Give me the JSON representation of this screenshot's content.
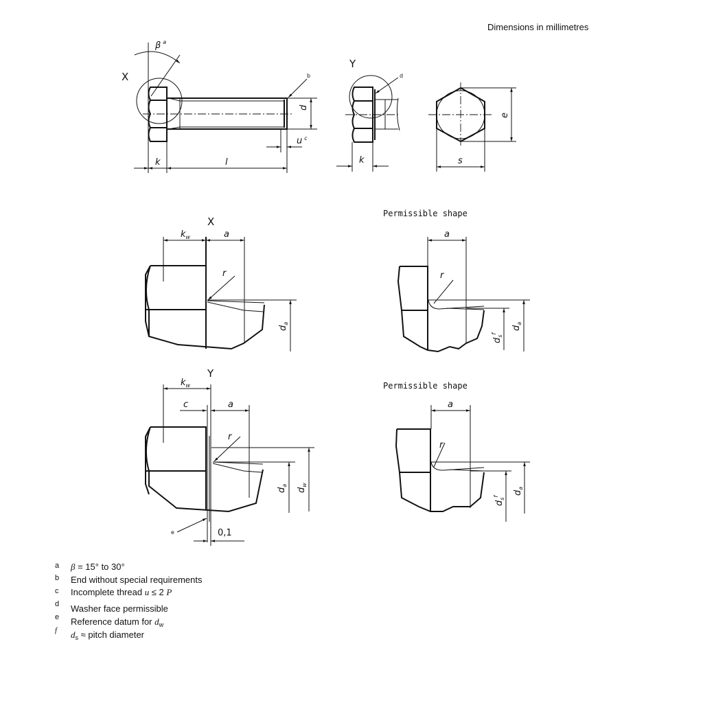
{
  "header": {
    "units": "Dimensions in millimetres"
  },
  "views": {
    "x_marker": "X",
    "y_marker": "Y",
    "permissible_shape": "Permissible shape"
  },
  "labels": {
    "beta": "β",
    "k": "k",
    "l": "l",
    "d": "d",
    "u": "u",
    "e": "e",
    "s": "s",
    "a": "a",
    "r": "r",
    "c": "c",
    "kw_main": "k",
    "kw_sub": "w",
    "da_main": "d",
    "da_sub": "a",
    "dw_main": "d",
    "dw_sub": "w",
    "ds_main": "d",
    "ds_sub": "s",
    "tol": "0,1"
  },
  "footnote_refs": {
    "a": "a",
    "b": "b",
    "c": "c",
    "d": "d",
    "e": "e",
    "f": "f"
  },
  "footnotes": [
    {
      "letter": "a",
      "parts": [
        "β",
        " = 15° to 30°"
      ]
    },
    {
      "letter": "b",
      "parts": [
        "End without special requirements"
      ]
    },
    {
      "letter": "c",
      "parts": [
        "Incomplete thread ",
        "u",
        " ≤ 2 ",
        "P"
      ]
    },
    {
      "letter": "d",
      "parts": [
        "Washer face permissible"
      ]
    },
    {
      "letter": "e",
      "parts": [
        "Reference datum for ",
        "d",
        "w"
      ]
    },
    {
      "letter": "f",
      "parts": [
        "d",
        "s",
        " ≈ pitch diameter"
      ]
    }
  ]
}
